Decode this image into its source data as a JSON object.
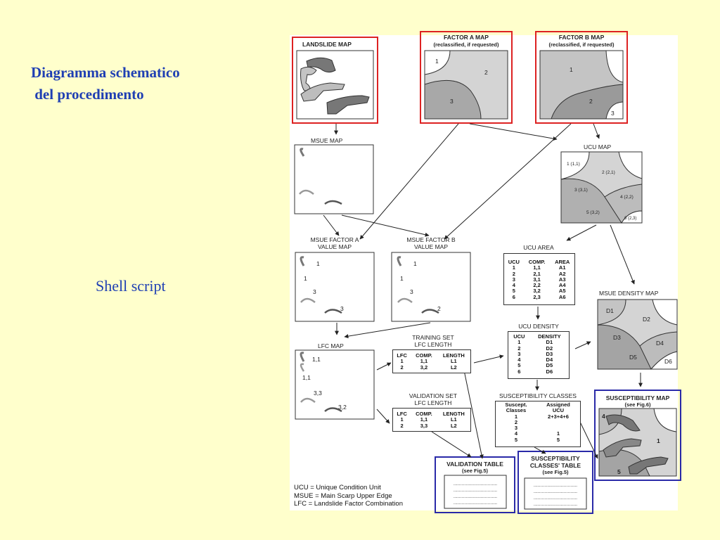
{
  "slide": {
    "title": "Diagramma schematico\n del procedimento",
    "subtitle": "Shell script"
  },
  "diagram": {
    "landslide_map": {
      "title": "LANDSLIDE MAP"
    },
    "factor_a_map": {
      "title": "FACTOR  A  MAP",
      "subtitle": "(reclassified, if requested)",
      "zones": [
        "1",
        "2",
        "3"
      ]
    },
    "factor_b_map": {
      "title": "FACTOR  B  MAP",
      "subtitle": "(reclassified, if requested)",
      "zones": [
        "1",
        "2",
        "3"
      ]
    },
    "msue_map": {
      "title": "MSUE  MAP"
    },
    "ucu_map": {
      "title": "UCU MAP",
      "zones": [
        "1 (1,1)",
        "2 (2,1)",
        "3 (3,1)",
        "4 (2,2)",
        "5 (3,2)",
        "6 (2,3)"
      ]
    },
    "msue_factor_a": {
      "title_line1": "MSUE  FACTOR  A",
      "title_line2": "VALUE MAP",
      "values": [
        "1",
        "1",
        "3",
        "3"
      ]
    },
    "msue_factor_b": {
      "title_line1": "MSUE  FACTOR  B",
      "title_line2": "VALUE  MAP",
      "values": [
        "1",
        "1",
        "3",
        "2"
      ]
    },
    "ucu_area": {
      "title": "UCU AREA",
      "headers": [
        "UCU",
        "COMP.",
        "AREA"
      ],
      "rows": [
        [
          "1",
          "1,1",
          "A1"
        ],
        [
          "2",
          "2,1",
          "A2"
        ],
        [
          "3",
          "3,1",
          "A3"
        ],
        [
          "4",
          "2,2",
          "A4"
        ],
        [
          "5",
          "3,2",
          "A5"
        ],
        [
          "6",
          "2,3",
          "A6"
        ]
      ]
    },
    "msue_density_map": {
      "title": "MSUE DENSITY MAP",
      "zones": [
        "D1",
        "D2",
        "D3",
        "D4",
        "D5",
        "D6"
      ]
    },
    "lfc_map": {
      "title": "LFC  MAP",
      "values": [
        "1,1",
        "1,1",
        "3,3",
        "3,2"
      ]
    },
    "training_set": {
      "title_line1": "TRAINING SET",
      "title_line2": "LFC LENGTH",
      "headers": [
        "LFC",
        "COMP.",
        "LENGTH"
      ],
      "rows": [
        [
          "1",
          "1,1",
          "L1"
        ],
        [
          "2",
          "3,2",
          "L2"
        ]
      ]
    },
    "ucu_density": {
      "title": "UCU DENSITY",
      "headers": [
        "UCU",
        "DENSITY"
      ],
      "rows": [
        [
          "1",
          "D1"
        ],
        [
          "2",
          "D2"
        ],
        [
          "3",
          "D3"
        ],
        [
          "4",
          "D4"
        ],
        [
          "5",
          "D5"
        ],
        [
          "6",
          "D6"
        ]
      ]
    },
    "validation_set": {
      "title_line1": "VALIDATION SET",
      "title_line2": "LFC LENGTH",
      "headers": [
        "LFC",
        "COMP.",
        "LENGTH"
      ],
      "rows": [
        [
          "1",
          "1,1",
          "L1"
        ],
        [
          "2",
          "3,3",
          "L2"
        ]
      ]
    },
    "susceptibility_classes": {
      "title": "SUSCEPTIBILITY CLASSES",
      "headers": [
        "Suscept.\nClasses",
        "Assigned\nUCU"
      ],
      "rows": [
        [
          "1",
          "2+3+4+6"
        ],
        [
          "2",
          ""
        ],
        [
          "3",
          ""
        ],
        [
          "4",
          "1"
        ],
        [
          "5",
          "5"
        ]
      ]
    },
    "susceptibility_map": {
      "title": "SUSCEPTIBILITY MAP",
      "subtitle": "(see Fig.6)",
      "zones": [
        "4",
        "1",
        "5"
      ]
    },
    "validation_table": {
      "title": "VALIDATION TABLE",
      "subtitle": "(see Fig.5)",
      "dots": "................................"
    },
    "susceptibility_classes_table": {
      "title_line1": "SUSCEPTIBILITY",
      "title_line2": "CLASSES' TABLE",
      "subtitle": "(see Fig.5)",
      "dots": "................................"
    },
    "legend": [
      "UCU = Unique Condition Unit",
      "MSUE = Main Scarp Upper Edge",
      "LFC = Landslide Factor Combination"
    ]
  },
  "colors": {
    "title_blue": "#1f3fb3",
    "background": "#ffffcc",
    "red_frame": "#dd2222",
    "blue_frame": "#2a2aa8",
    "light_gray": "#d4d4d4",
    "mid_gray": "#a8a8a8",
    "dark_gray": "#6e6e6e"
  }
}
